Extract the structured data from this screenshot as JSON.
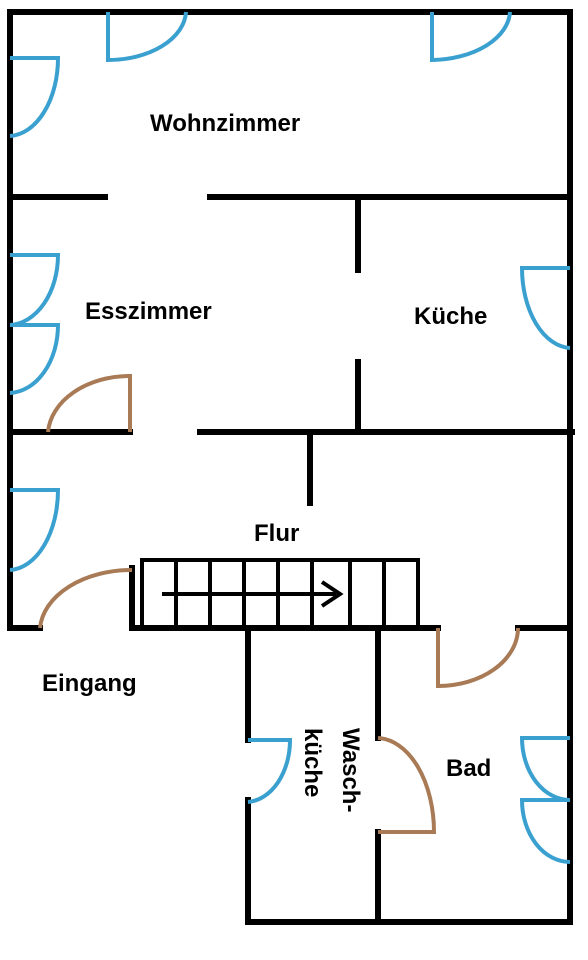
{
  "floor_plan": {
    "rooms": {
      "wohnzimmer": "Wohnzimmer",
      "esszimmer": "Esszimmer",
      "kueche": "Küche",
      "flur": "Flur",
      "eingang": "Eingang",
      "waschkueche_line1": "Wasch-",
      "waschkueche_line2": "küche",
      "bad": "Bad"
    },
    "colors": {
      "walls": "#000000",
      "windows": "#3aa0d0",
      "doors": "#a87a55",
      "background": "#ffffff"
    }
  }
}
